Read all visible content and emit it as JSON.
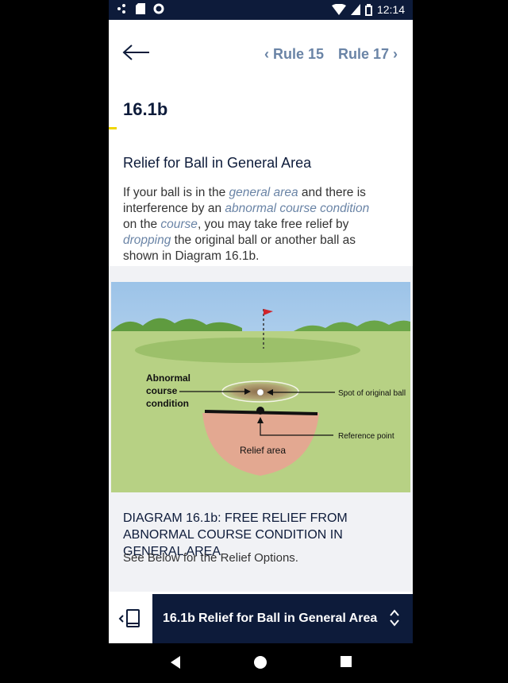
{
  "status_bar": {
    "time": "12:14",
    "icons": [
      "signal-dots-icon",
      "sd-card-icon",
      "circle-status-icon",
      "wifi-icon",
      "cell-signal-icon",
      "battery-icon"
    ]
  },
  "header": {
    "back_icon": "arrow-left-icon",
    "prev_label": "‹ Rule 15",
    "next_label": "Rule 17 ›"
  },
  "content": {
    "rule_number": "16.1b",
    "section_title": "Relief for Ball in General Area",
    "body": {
      "t1": "If your ball is in the ",
      "l1": "general area",
      "t2": " and there is interference by an ",
      "l2": "abnormal course condition",
      "t3": " on the ",
      "l3": "course",
      "t4": ", you may take free relief by ",
      "l4": "dropping",
      "t5": " the original ball or another ball as shown in Diagram 16.1b."
    },
    "diagram": {
      "label_acc_1": "Abnormal",
      "label_acc_2": "course",
      "label_acc_3": "condition",
      "label_spot": "Spot of original ball",
      "label_ref": "Reference point",
      "label_relief": "Relief area"
    },
    "caption": "DIAGRAM 16.1b: FREE RELIEF FROM ABNORMAL COURSE CONDITION IN GENERAL AREA",
    "see_below": "See Below for the Relief Options."
  },
  "bottom_bar": {
    "rule_number": "16.1b",
    "title": "Relief for Ball in General Area",
    "book_icon": "book-back-icon",
    "toggle_icon": "up-down-chevron-icon"
  },
  "nav_bar": {
    "icons": [
      "back-triangle-icon",
      "home-circle-icon",
      "recents-square-icon"
    ]
  },
  "colors": {
    "navy": "#0d1b3a",
    "link": "#6a84a6",
    "accent_yellow": "#f0d600",
    "fairway": "#a8c87a",
    "relief_area": "#e3a891"
  }
}
